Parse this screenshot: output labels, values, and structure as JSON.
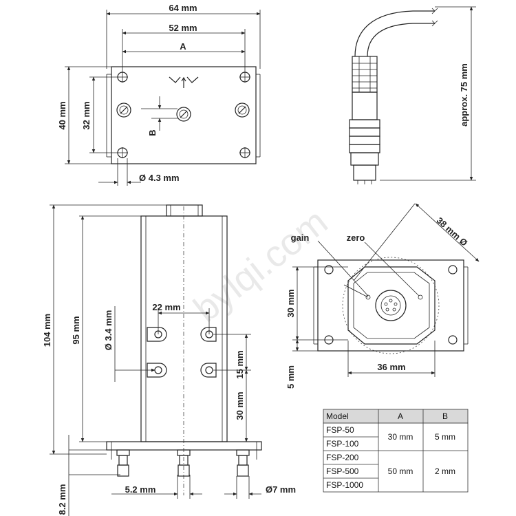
{
  "top_view": {
    "width_overall": "64 mm",
    "width_holes": "52 mm",
    "dim_a": "A",
    "height_overall": "40 mm",
    "height_holes": "32 mm",
    "dim_b": "B",
    "hole_dia": "Ø 4.3 mm"
  },
  "cable": {
    "length": "approx. 75 mm"
  },
  "side_view": {
    "height_total": "104 mm",
    "height_body": "95 mm",
    "hole_spacing": "22 mm",
    "hole_dia": "Ø 3.4 mm",
    "spacing_v": "15 mm",
    "bottom_offset": "30 mm",
    "foot_offset": "5.2 mm",
    "foot_dia": "Ø7 mm",
    "base_thickness": "8.2 mm"
  },
  "bottom_view": {
    "gain": "gain",
    "zero": "zero",
    "diameter": "38 mm Ø",
    "height": "30 mm",
    "width": "36 mm",
    "offset": "5 mm"
  },
  "watermark": "bylqi.com",
  "table": {
    "headers": [
      "Model",
      "A",
      "B"
    ],
    "groups": [
      {
        "models": [
          "FSP-50",
          "FSP-100"
        ],
        "a": "30 mm",
        "b": "5 mm"
      },
      {
        "models": [
          "FSP-200",
          "FSP-500",
          "FSP-1000"
        ],
        "a": "50 mm",
        "b": "2 mm"
      }
    ]
  }
}
